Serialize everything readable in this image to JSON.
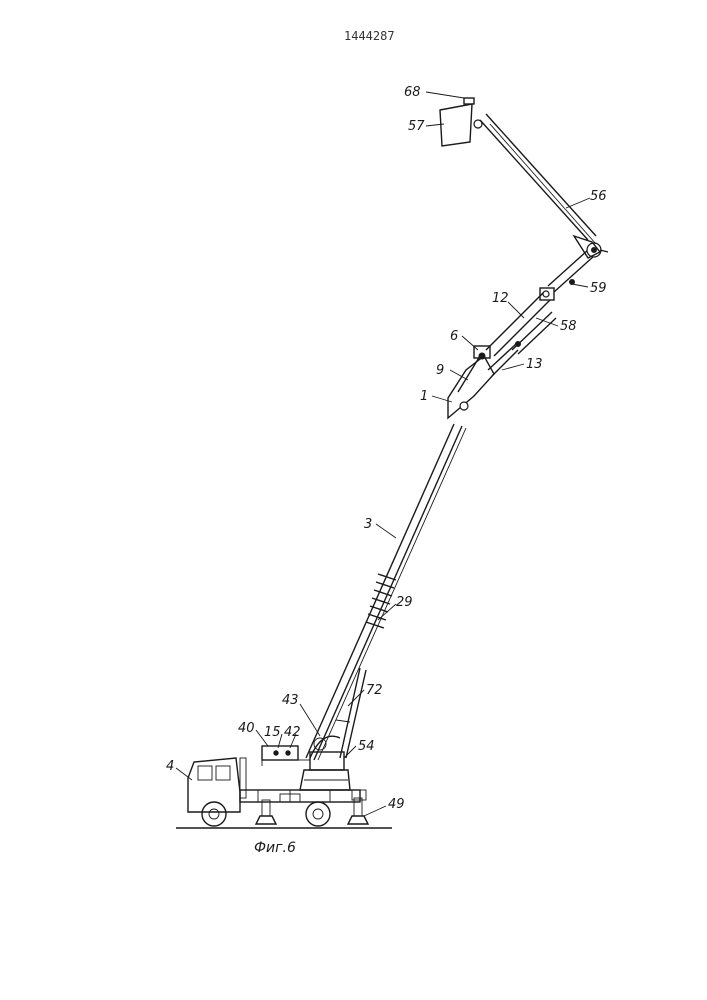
{
  "document": {
    "patent_number": "1444287",
    "figure_caption": "Фиг.6"
  },
  "labels": {
    "l68": "68",
    "l57": "57",
    "l56": "56",
    "l59": "59",
    "l12": "12",
    "l58": "58",
    "l6": "6",
    "l13": "13",
    "l9": "9",
    "l1": "1",
    "l3": "3",
    "l29": "29",
    "l72": "72",
    "l43": "43",
    "l40": "40",
    "l15": "15",
    "l42": "42",
    "l54": "54",
    "l4": "4",
    "l49": "49"
  }
}
